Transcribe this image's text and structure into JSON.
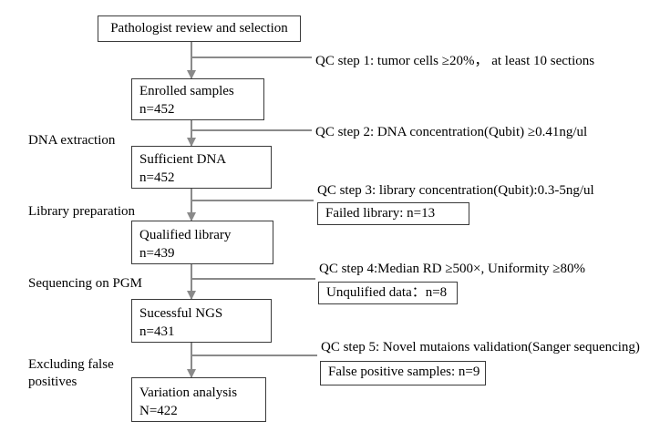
{
  "top_box": "Pathologist review and selection",
  "stages": [
    {
      "title": "Enrolled samples",
      "count": "n=452"
    },
    {
      "title": "Sufficient DNA",
      "count": "n=452"
    },
    {
      "title": "Qualified library",
      "count": "n=439"
    },
    {
      "title": "Sucessful NGS",
      "count": "n=431"
    },
    {
      "title": "Variation analysis",
      "count": "N=422"
    }
  ],
  "processes": [
    {
      "text": "DNA extraction"
    },
    {
      "text": "Library preparation"
    },
    {
      "text": "Sequencing on PGM"
    },
    {
      "line1": "Excluding false",
      "line2": "positives"
    }
  ],
  "qc_steps": [
    "QC step 1: tumor cells ≥20%， at least 10 sections",
    "QC step 2: DNA concentration(Qubit) ≥0.41ng/ul",
    "QC step 3: library  concentration(Qubit):0.3-5ng/ul",
    "QC step 4:Median RD ≥500×, Uniformity ≥80%",
    "QC step 5: Novel mutaions validation(Sanger sequencing)"
  ],
  "exclusions": [
    "Failed library: n=13",
    "Unqulified data：n=8",
    "False positive samples: n=9"
  ]
}
